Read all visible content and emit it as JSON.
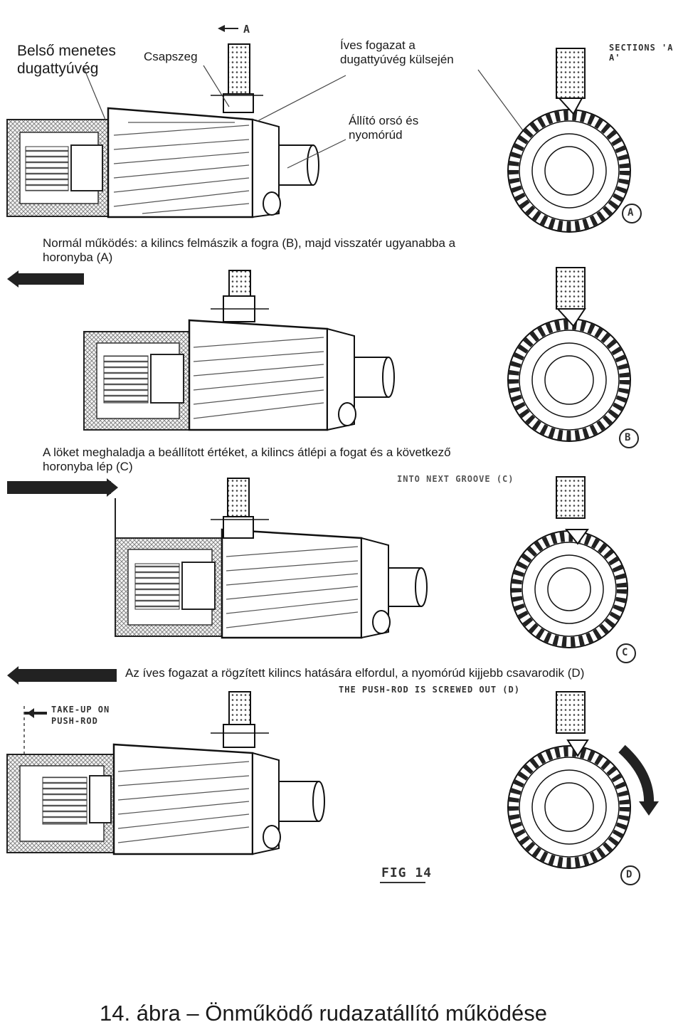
{
  "labels": {
    "belso_line1": "Belső menetes",
    "belso_line2": "dugattyúvég",
    "csapszeg": "Csapszeg",
    "ives_line1": "Íves fogazat a",
    "ives_line2": "dugattyúvég külsején",
    "allito_line1": "Állító orsó és",
    "allito_line2": "nyomórúd"
  },
  "captions": {
    "normal_line1": "Normál működés: a kilincs felmászik a fogra (B), majd visszatér ugyanabba a",
    "normal_line2": "horonyba (A)",
    "loket_line1": "A löket meghaladja a beállított értéket, a kilincs átlépi a fogat és a következő",
    "loket_line2": "horonyba lép (C)",
    "ives_caption": "Az íves fogazat a rögzített kilincs hatására elfordul, a nyomórúd kijjebb csavarodik (D)"
  },
  "drawing_text": {
    "sections": "SECTIONS 'A A'",
    "label_a_top": "A",
    "into_next_groove": "INTO NEXT GROOVE (C)",
    "screwed_out": "THE PUSH-ROD IS SCREWED OUT (D)",
    "takeup_line1": "TAKE-UP ON",
    "takeup_line2": "PUSH-ROD",
    "fig": "FIG 14",
    "circle_a": "A",
    "circle_b": "B",
    "circle_c": "C",
    "circle_d": "D"
  },
  "figure_title": "14. ábra – Önműködő rudazatállító működése"
}
